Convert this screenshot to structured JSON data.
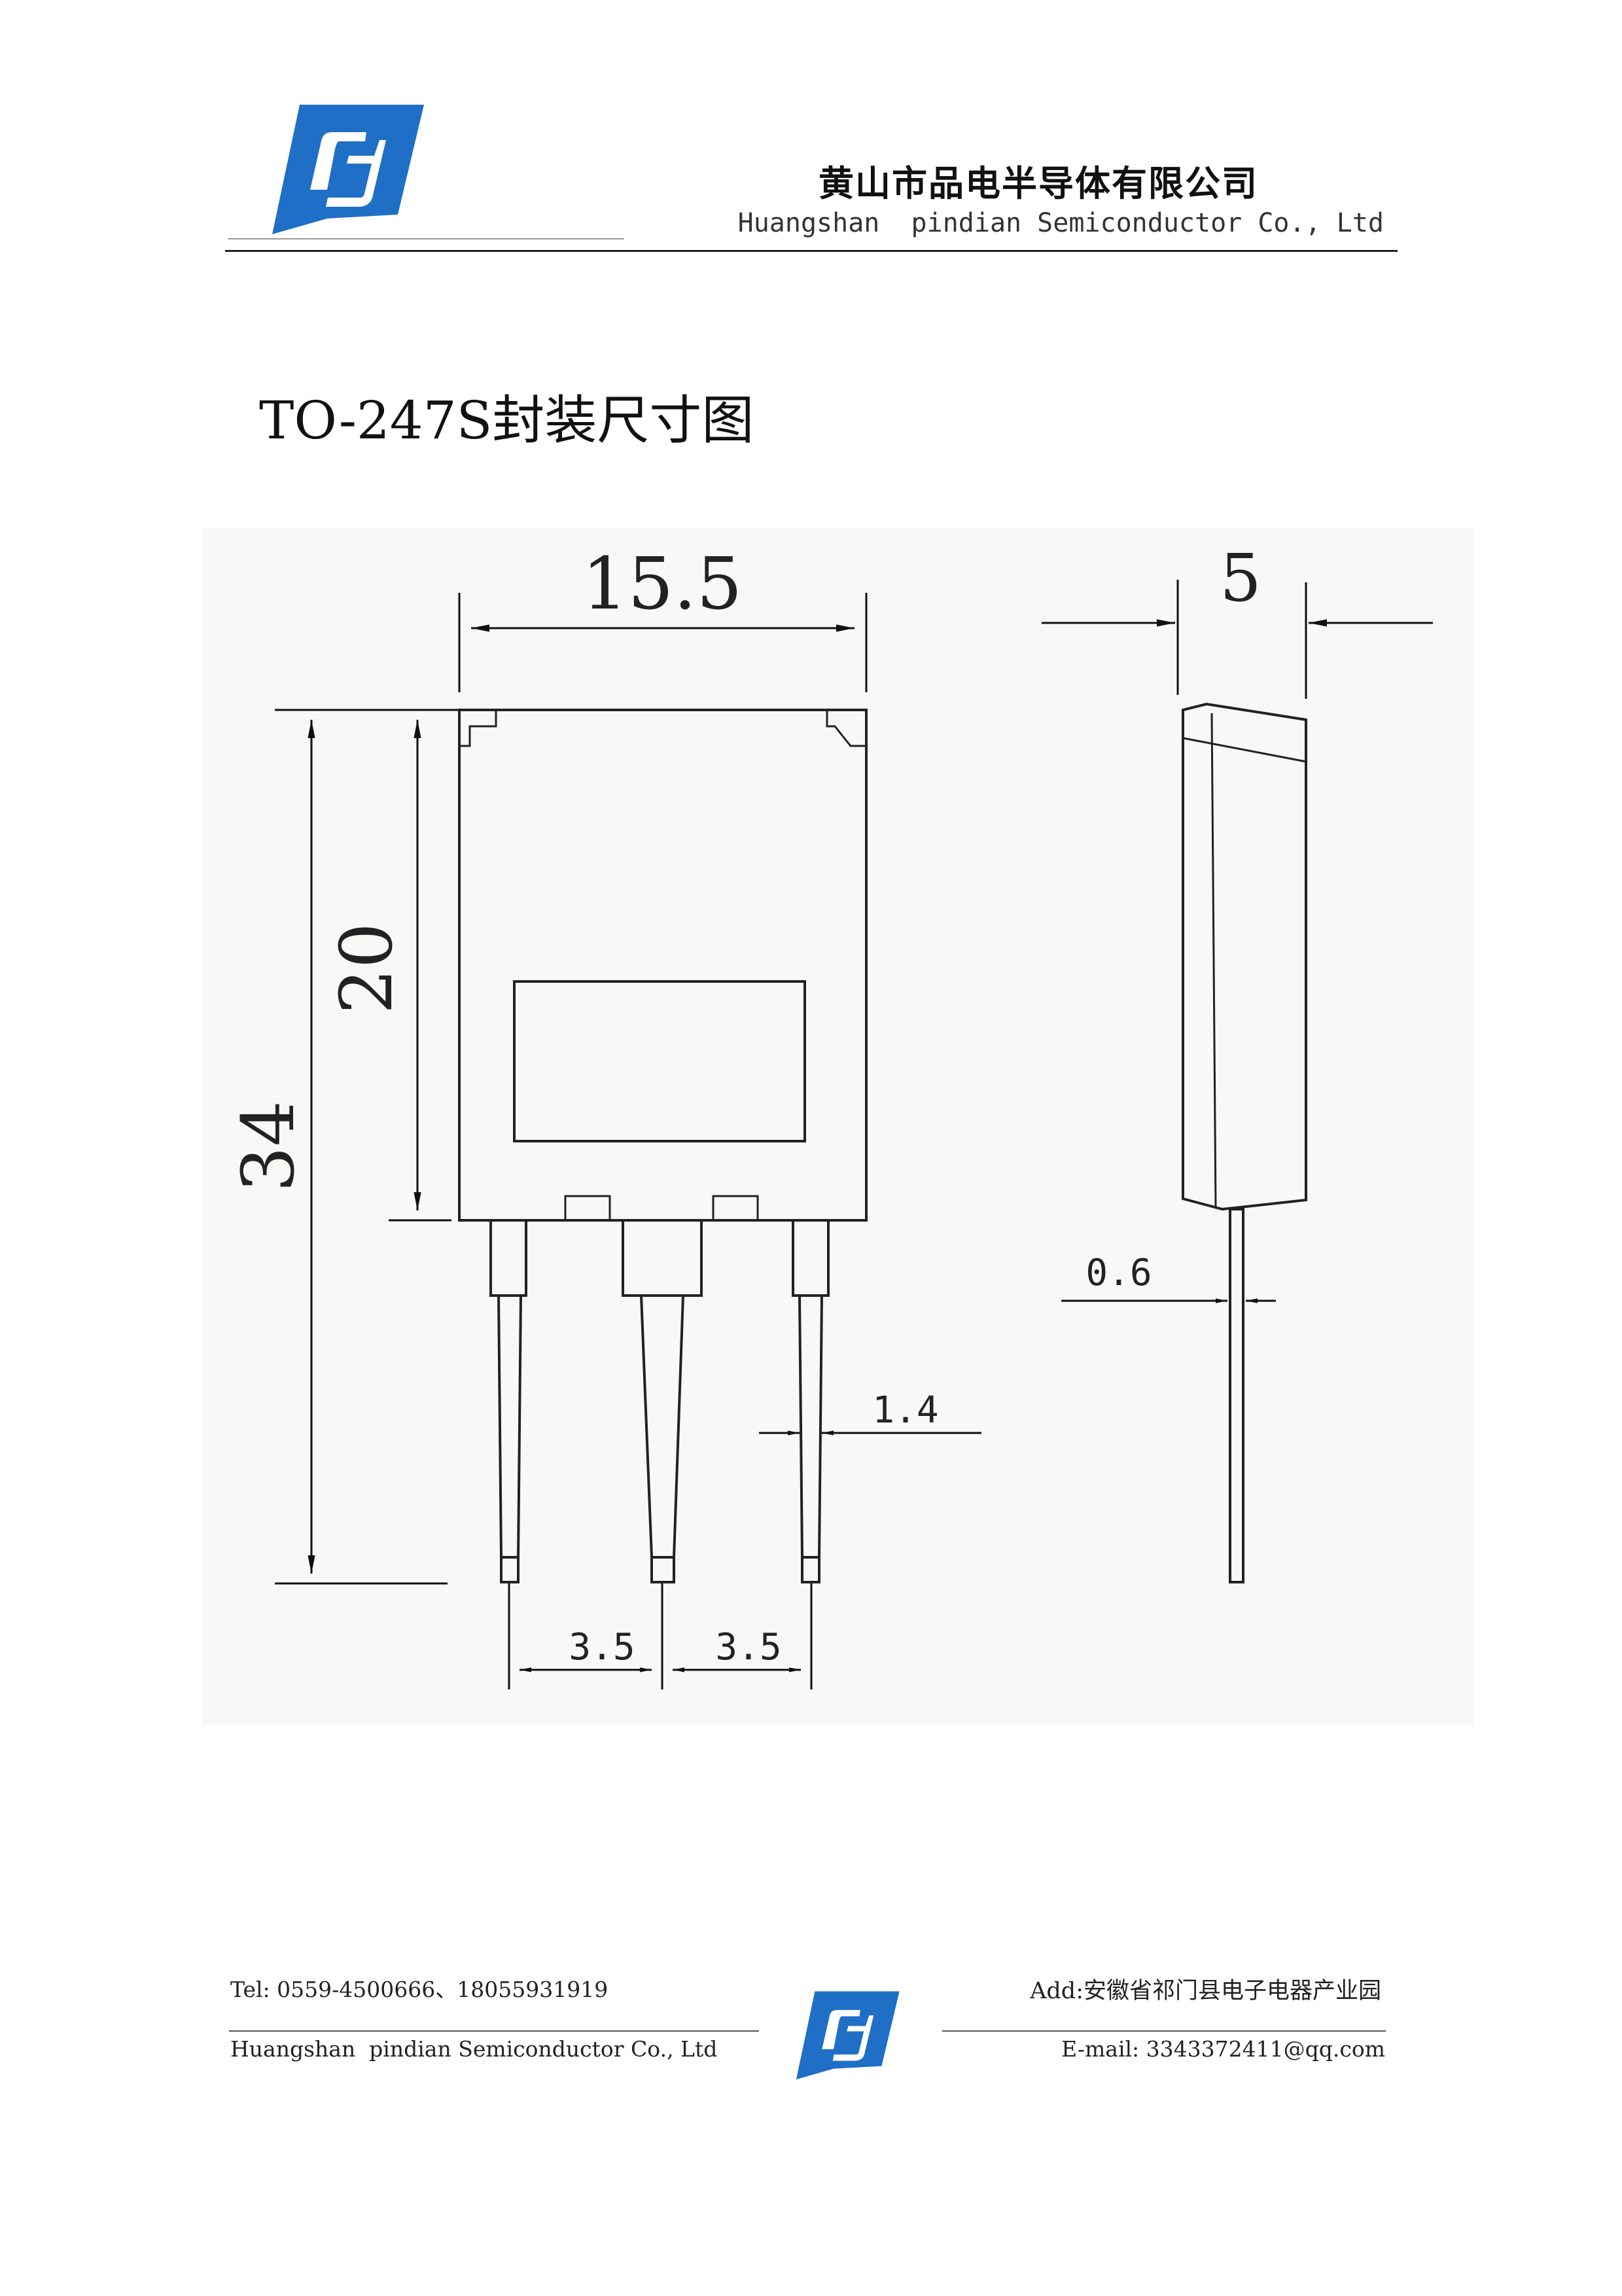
{
  "header": {
    "company_cn": "黄山市品电半导体有限公司",
    "company_en": "Huangshan  pindian Semiconductor Co., Ltd",
    "brand_color": "#1f6fc6"
  },
  "title": "TO-247S封装尺寸图",
  "drawing": {
    "dim_width": "15.5",
    "dim_thickness": "5",
    "dim_height_body": "20",
    "dim_height_total": "34",
    "dim_lead_thickness": "0.6",
    "dim_lead_width": "1.4",
    "dim_pitch_left": "3.5",
    "dim_pitch_right": "3.5"
  },
  "footer": {
    "tel": "Tel: 0559-4500666、18055931919",
    "address": "Add:安徽省祁门县电子电器产业园",
    "company_en": "Huangshan  pindian Semiconductor Co., Ltd",
    "email": "E-mail: 3343372411@qq.com"
  }
}
